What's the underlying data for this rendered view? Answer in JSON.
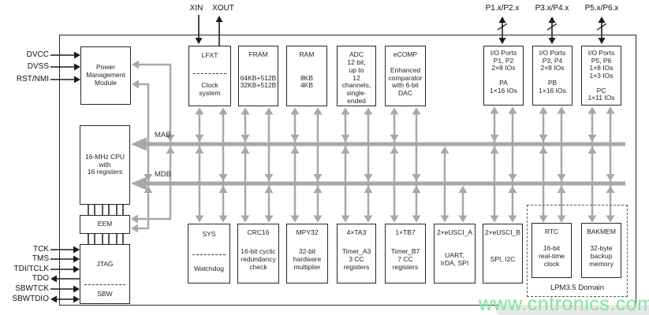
{
  "watermark": "www.cntronics.com",
  "lpm_label": "LPM3.5 Domain",
  "buses": {
    "mab": "MAB",
    "mdb": "MDB"
  },
  "pins": {
    "xin": "XIN",
    "xout": "XOUT",
    "ports": [
      "P1.x/P2.x",
      "P3.x/P4.x",
      "P5.x/P6.x"
    ],
    "left_power": [
      "DVCC",
      "DVSS",
      "RST/NMI"
    ],
    "left_debug": [
      "TCK",
      "TMS",
      "TDI/TCLK",
      "TDO",
      "SBWTCK",
      "SBWTDIO"
    ]
  },
  "blocks": {
    "pmm": {
      "body": "Power\nManagement\nModule"
    },
    "cpu": {
      "body": "16-MHz CPU\nwith\n16 registers"
    },
    "eem": {
      "body": "EEM"
    },
    "jtag": {
      "title": "JTAG",
      "body": "SBW"
    },
    "lfxt": {
      "title": "LFXT",
      "body": "Clock\nsystem"
    },
    "fram": {
      "title": "FRAM",
      "body": "64KB+512B\n32KB+512B"
    },
    "ram": {
      "title": "RAM",
      "body": "8KB\n4KB"
    },
    "adc": {
      "title": "ADC",
      "body": "12 bit,\nup to\n12 channels,\nsingle-ended"
    },
    "ecomp": {
      "title": "eCOMP",
      "body": "Enhanced\ncomparator\nwith 6-bit\nDAC"
    },
    "io12": {
      "body": "I/O Ports\nP1, P2\n2×8 IOs\n\nPA\n1×16 IOs"
    },
    "io34": {
      "body": "I/O Ports\nP3, P4\n2×8 IOs\n\nPB\n1×16 IOs"
    },
    "io56": {
      "body": "I/O Ports\nP5, P6\n1×8 IOs\n1×3 IOs\n\nPC\n1×11 IOs"
    },
    "sys": {
      "title": "SYS",
      "body": "Watchdog"
    },
    "crc": {
      "title": "CRC16",
      "body": "16-bit cyclic\nredundancy\ncheck"
    },
    "mpy": {
      "title": "MPY32",
      "body": "32-bit\nhardware\nmultiplier"
    },
    "ta3": {
      "title": "4×TA3",
      "body": "Timer_A3\n3 CC\nregisters"
    },
    "tb7": {
      "title": "1×TB7",
      "body": "Timer_B7\n7 CC\nregisters"
    },
    "uscia": {
      "title": "2×eUSCI_A",
      "body": "UART,\nIrDA, SPI"
    },
    "uscib": {
      "title": "2×eUSCI_B",
      "body": "SPI, I2C"
    },
    "rtc": {
      "title": "RTC",
      "body": "16-bit\nreal-time\nclock"
    },
    "bakmem": {
      "title": "BAKMEM",
      "body": "32-byte\nbackup\nmemory"
    }
  },
  "colors": {
    "bus_gray": "#a8a8a8",
    "line_black": "#1c1c1c",
    "watermark_green": "#8be39d"
  }
}
